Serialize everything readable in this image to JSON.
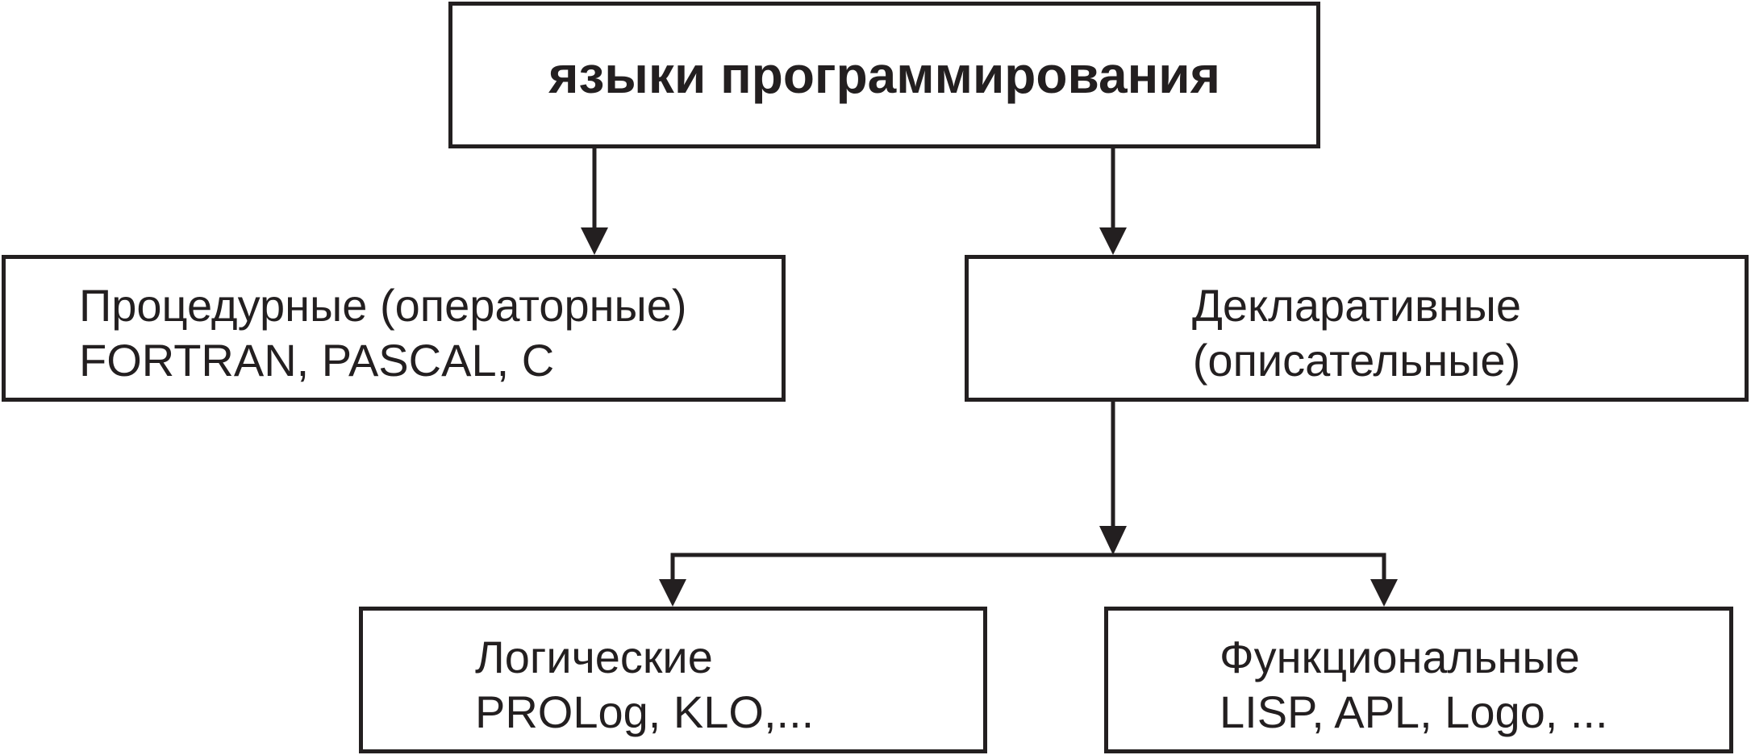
{
  "diagram": {
    "root": {
      "label": "языки программирования"
    },
    "procedural": {
      "title": "Процедурные (операторные)",
      "examples": "FORTRAN, PASCAL, C"
    },
    "declarative": {
      "title": "Декларативные",
      "subtitle": "(описательные)"
    },
    "logical": {
      "title": "Логические",
      "examples": "PROLog, KLO,..."
    },
    "functional": {
      "title": "Функциональные",
      "examples": "LISP, APL, Logo, ..."
    }
  },
  "colors": {
    "stroke": "#231f20",
    "background": "#ffffff"
  }
}
